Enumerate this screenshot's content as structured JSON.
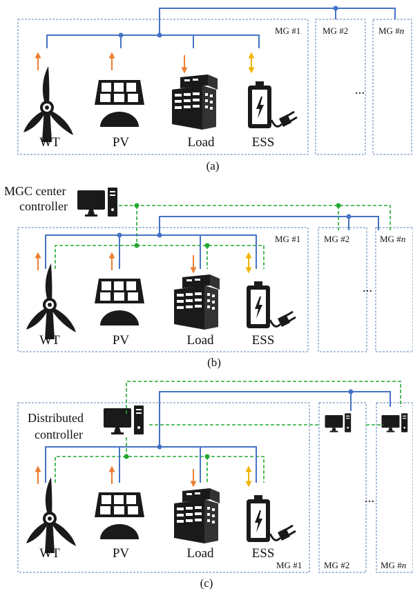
{
  "panels": [
    {
      "caption": "(a)",
      "mg1_label": "MG #1",
      "mg2_label": "MG #2",
      "mgn_prefix": "MG #",
      "mgn_suffix": "n",
      "ellipsis": "...",
      "components": [
        "WT",
        "PV",
        "Load",
        "ESS"
      ]
    },
    {
      "caption": "(b)",
      "controller_label_line1": "MGC center",
      "controller_label_line2": "controller",
      "mg1_label": "MG #1",
      "mg2_label": "MG #2",
      "mgn_prefix": "MG #",
      "mgn_suffix": "n",
      "ellipsis": "...",
      "components": [
        "WT",
        "PV",
        "Load",
        "ESS"
      ]
    },
    {
      "caption": "(c)",
      "controller_label_line1": "Distributed",
      "controller_label_line2": "controller",
      "mg1_label": "MG #1",
      "mg2_label": "MG #2",
      "mgn_prefix": "MG #",
      "mgn_suffix": "n",
      "ellipsis": "...",
      "components": [
        "WT",
        "PV",
        "Load",
        "ESS"
      ]
    }
  ],
  "colors": {
    "power_line": "#4472c4",
    "comm_line": "#22a832",
    "box_border": "#5a7fb5",
    "arrow_generation": "#ed7d31",
    "arrow_storage": "#f0b400",
    "icon": "#1a1a1a"
  },
  "icons": [
    "wind-turbine-icon",
    "solar-panel-icon",
    "building-icon",
    "battery-icon",
    "plug-icon",
    "computer-icon"
  ]
}
